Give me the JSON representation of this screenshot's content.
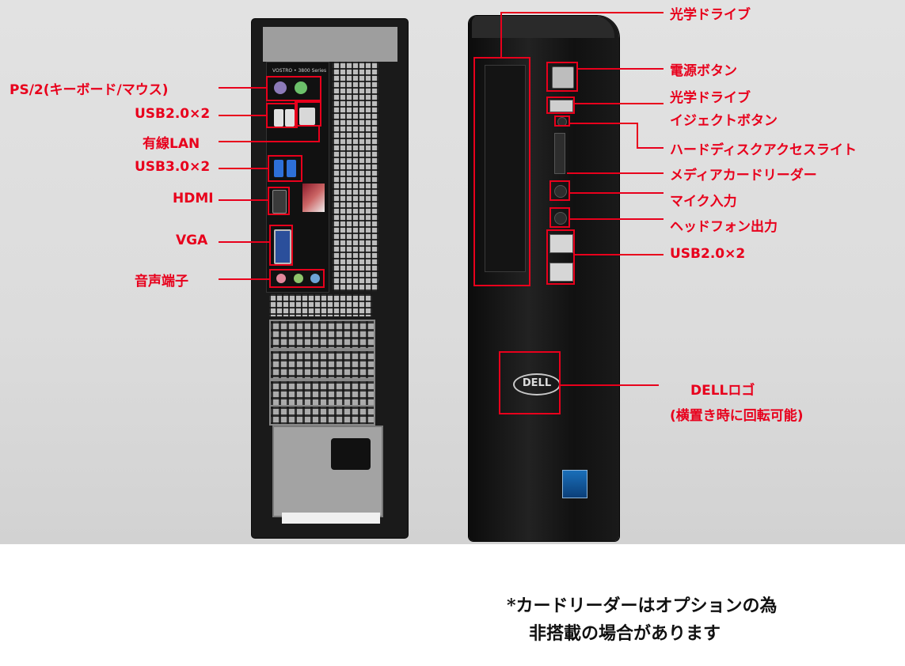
{
  "rear_labels": {
    "ps2": "PS/2(キーボード/マウス)",
    "usb2": "USB2.0×2",
    "lan": "有線LAN",
    "usb3": "USB3.0×2",
    "hdmi": "HDMI",
    "vga": "VGA",
    "audio": "音声端子"
  },
  "front_labels": {
    "optical_drive": "光学ドライブ",
    "power_button": "電源ボタン",
    "eject_line1": "光学ドライブ",
    "eject_line2": "イジェクトボタン",
    "hdd_light": "ハードディスクアクセスライト",
    "card_reader": "メディアカードリーダー",
    "mic": "マイク入力",
    "headphone": "ヘッドフォン出力",
    "front_usb": "USB2.0×2",
    "dell_logo_line1": "DELLロゴ",
    "dell_logo_line2": "(横置き時に回転可能)"
  },
  "product_markings": {
    "dell_logo": "DELL",
    "vostro_series": "VOSTRO • 3800 Series"
  },
  "footnote": {
    "line1": "*カードリーダーはオプションの為",
    "line2": "非搭載の場合があります"
  },
  "colors": {
    "annotation": "#e8001c",
    "background": "#dcdcdc",
    "chassis": "#1a1a1a"
  }
}
